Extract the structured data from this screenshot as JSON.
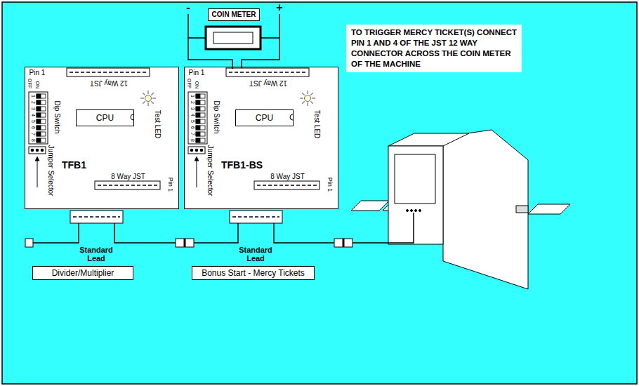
{
  "diagram": {
    "nodes": [
      {
        "text": [
          "COIN METER"
        ]
      },
      {
        "text": [
          "TO TRIGGER MERCY TICKET(S) CONNECT PIN 1 AND 4 OF THE JST 12 WAY CONNECTOR ACROSS THE COIN METER OF THE MACHINE"
        ]
      },
      {
        "text": [
          "TFB1"
        ]
      },
      {
        "text": [
          "12 Way JST"
        ],
        "in": 2
      },
      {
        "text": [
          "CPU"
        ],
        "in": 2
      },
      {
        "text": [
          "8 Way JST"
        ],
        "in": 2
      },
      {
        "text": [
          "TFB1-BS"
        ]
      },
      {
        "text": [
          "12 Way JST"
        ],
        "in": 6
      },
      {
        "text": [
          "CPU"
        ],
        "in": 6
      },
      {
        "text": [
          "8 Way JST"
        ],
        "in": 6
      },
      {
        "text": [
          "Divider/Multiplier"
        ]
      },
      {
        "text": [
          "Bonus Start - Mercy Tickets"
        ]
      }
    ],
    "edges": [
      {
        "from": 0,
        "to": 7,
        "arrow": "none"
      }
    ],
    "labels": [
      "-",
      "+",
      "Pin 1",
      "OFF",
      "ON",
      "1",
      "2",
      "3",
      "4",
      "5",
      "6",
      "7",
      "8",
      "Dip Switch",
      "Jumper Selector",
      "Test LED",
      "Pin 1",
      "Pin 1",
      "OFF",
      "ON",
      "1",
      "2",
      "3",
      "4",
      "5",
      "6",
      "7",
      "8",
      "Dip Switch",
      "Jumper Selector",
      "Test LED",
      "Pin 1",
      "Standard Lead",
      "Standard Lead"
    ]
  }
}
